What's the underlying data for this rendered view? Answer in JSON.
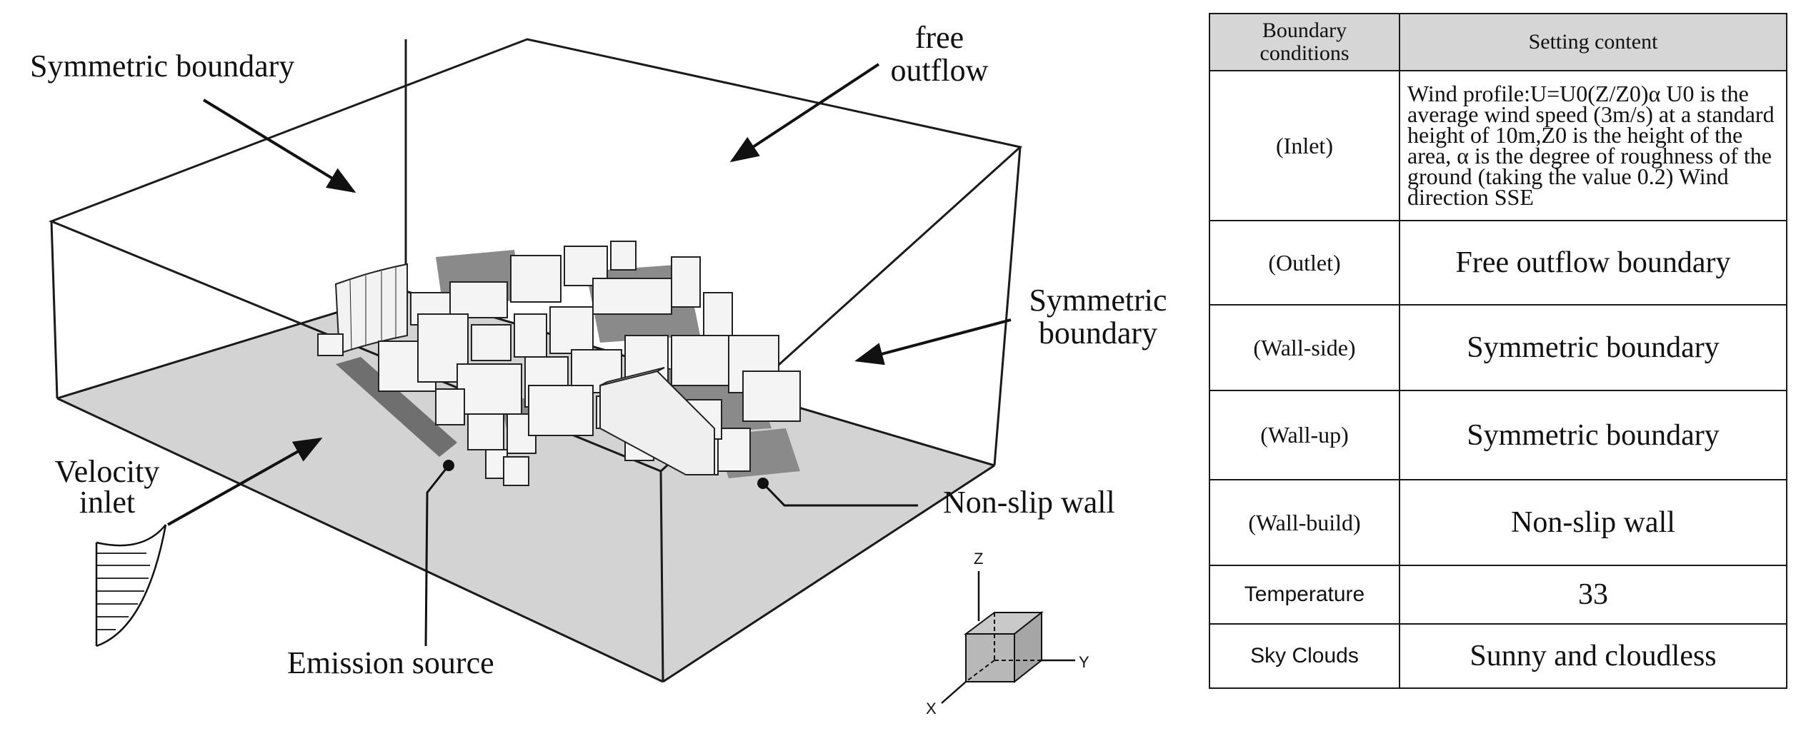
{
  "diagram": {
    "labels": {
      "symmetric_boundary_top": "Symmetric boundary",
      "free_outflow_line1": "free",
      "free_outflow_line2": "outflow",
      "symmetric_boundary_right_line1": "Symmetric",
      "symmetric_boundary_right_line2": "boundary",
      "velocity_inlet_line1": "Velocity",
      "velocity_inlet_line2": "inlet",
      "non_slip_wall": "Non-slip wall",
      "emission_source": "Emission source"
    },
    "axes": {
      "z": "Z",
      "y": "Y",
      "x": "X"
    }
  },
  "table": {
    "headers": [
      "Boundary conditions",
      "Setting content"
    ],
    "rows": [
      {
        "condition": "(Inlet)",
        "setting": "Wind profile:U=U0(Z/Z0)α U0 is the average wind speed (3m/s) at a standard height of 10m,Z0 is the height of the area, α is the degree of roughness of the ground (taking the value 0.2) Wind direction SSE"
      },
      {
        "condition": "(Outlet)",
        "setting": "Free outflow boundary"
      },
      {
        "condition": "(Wall-side)",
        "setting": "Symmetric boundary"
      },
      {
        "condition": "(Wall-up)",
        "setting": "Symmetric boundary"
      },
      {
        "condition": "(Wall-build)",
        "setting": "Non-slip wall"
      },
      {
        "condition": "Temperature",
        "setting": "33"
      },
      {
        "condition": "Sky Clouds",
        "setting": "Sunny and cloudless"
      }
    ]
  }
}
